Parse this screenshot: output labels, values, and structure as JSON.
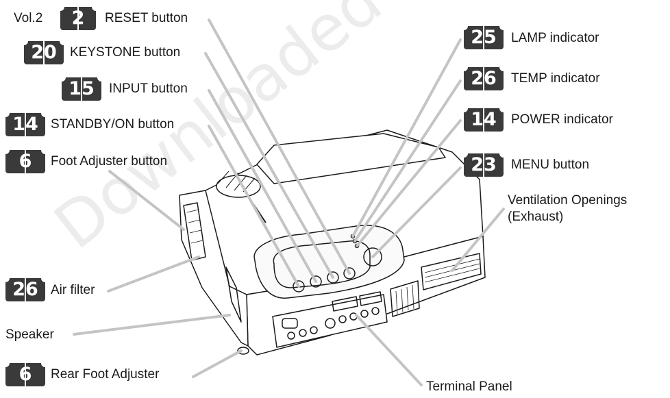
{
  "watermark_text": "Downloaded from",
  "vol_prefix": "Vol.2",
  "callouts_left": [
    {
      "page": "2",
      "label": "RESET button"
    },
    {
      "page": "20",
      "label": "KEYSTONE button"
    },
    {
      "page": "15",
      "label": "INPUT button"
    },
    {
      "page": "14",
      "label": "STANDBY/ON button"
    },
    {
      "page": "6",
      "label": "Foot Adjuster button"
    },
    {
      "page": "26",
      "label": "Air filter"
    },
    {
      "label": "Speaker"
    },
    {
      "page": "6",
      "label": "Rear Foot Adjuster"
    }
  ],
  "callouts_right": [
    {
      "page": "25",
      "label": "LAMP indicator"
    },
    {
      "page": "26",
      "label": "TEMP indicator"
    },
    {
      "page": "14",
      "label": "POWER indicator"
    },
    {
      "page": "23",
      "label": "MENU button"
    },
    {
      "label": "Ventilation Openings"
    },
    {
      "label": "(Exhaust)"
    },
    {
      "label": "Terminal Panel"
    }
  ],
  "colors": {
    "leader_line": "#c4c4c4",
    "badge_bg": "#3a3a3a",
    "outline": "#1a1a1a"
  }
}
